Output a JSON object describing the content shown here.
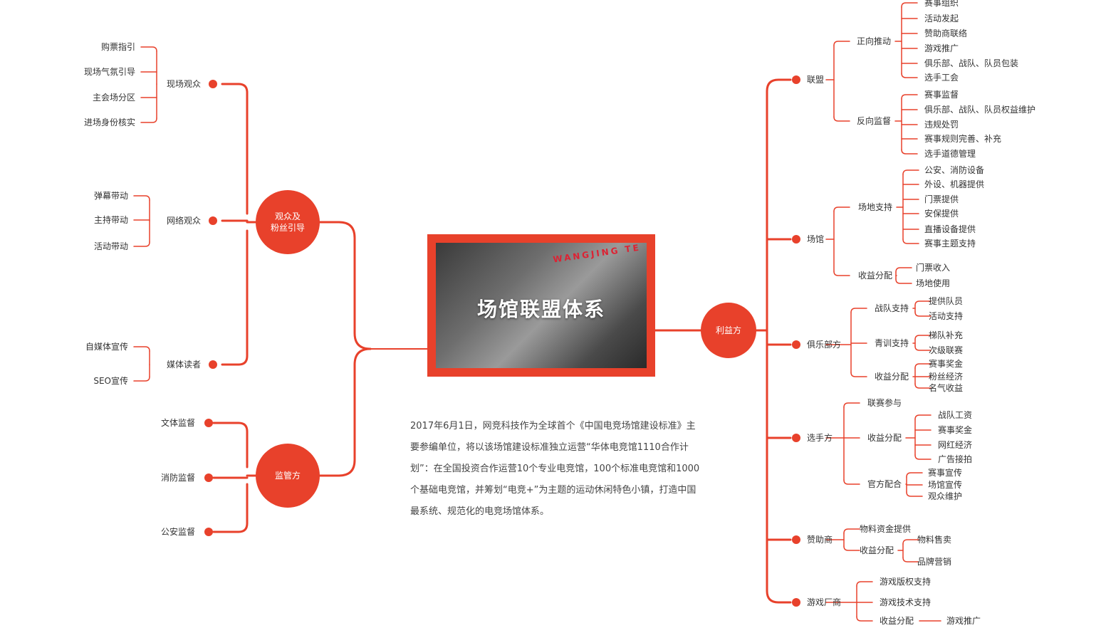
{
  "center": {
    "title": "场馆联盟体系",
    "photo_sign": "WANGJING TE"
  },
  "description": "2017年6月1日，网竞科技作为全球首个《中国电竞场馆建设标准》主要参编单位，将以该场馆建设标准独立运营“华体电竞馆1110合作计划”：在全国投资合作运营10个专业电竞馆，100个标准电竞馆和1000个基础电竞馆，并筹划“电竞+”为主题的运动休闲特色小镇，打造中国最系统、规范化的电竞场馆体系。",
  "colors": {
    "accent": "#e8412b",
    "text": "#333333"
  },
  "left": {
    "audience": {
      "label": "观众及\n粉丝引导",
      "groups": [
        {
          "label": "现场观众",
          "items": [
            "购票指引",
            "现场气氛引导",
            "主会场分区",
            "进场身份核实"
          ]
        },
        {
          "label": "网络观众",
          "items": [
            "弹幕带动",
            "主持带动",
            "活动带动"
          ]
        },
        {
          "label": "媒体读者",
          "items": [
            "自媒体宣传",
            "SEO宣传"
          ]
        }
      ]
    },
    "regulator": {
      "label": "监管方",
      "items": [
        "文体监督",
        "消防监督",
        "公安监督"
      ]
    }
  },
  "right": {
    "label": "利益方",
    "branches": [
      {
        "label": "联盟",
        "groups": [
          {
            "label": "正向推动",
            "items": [
              "赛事组织",
              "活动发起",
              "赞助商联络",
              "游戏推广",
              "俱乐部、战队、队员包装",
              "选手工会"
            ]
          },
          {
            "label": "反向监督",
            "items": [
              "赛事监督",
              "俱乐部、战队、队员权益维护",
              "违规处罚",
              "赛事规则完善、补充",
              "选手道德管理"
            ]
          }
        ]
      },
      {
        "label": "场馆",
        "groups": [
          {
            "label": "场地支持",
            "items": [
              "公安、消防设备",
              "外设、机器提供",
              "门票提供",
              "安保提供",
              "直播设备提供",
              "赛事主题支持"
            ]
          },
          {
            "label": "收益分配",
            "items": [
              "门票收入",
              "场地使用"
            ]
          }
        ]
      },
      {
        "label": "俱乐部方",
        "groups": [
          {
            "label": "战队支持",
            "items": [
              "提供队员",
              "活动支持"
            ]
          },
          {
            "label": "青训支持",
            "items": [
              "梯队补充",
              "次级联赛"
            ]
          },
          {
            "label": "收益分配",
            "items": [
              "赛事奖金",
              "粉丝经济",
              "名气收益"
            ]
          }
        ]
      },
      {
        "label": "选手方",
        "groups": [
          {
            "label": "联赛参与",
            "items": []
          },
          {
            "label": "收益分配",
            "items": [
              "战队工资",
              "赛事奖金",
              "网红经济",
              "广告接拍"
            ]
          },
          {
            "label": "官方配合",
            "items": [
              "赛事宣传",
              "场馆宣传",
              "观众维护"
            ]
          }
        ]
      },
      {
        "label": "赞助商",
        "groups": [
          {
            "label": "物料资金提供",
            "items": []
          },
          {
            "label": "收益分配",
            "items": [
              "物料售卖",
              "品牌营销"
            ]
          }
        ]
      },
      {
        "label": "游戏厂商",
        "groups": [
          {
            "label": "游戏版权支持",
            "items": []
          },
          {
            "label": "游戏技术支持",
            "items": []
          },
          {
            "label": "收益分配",
            "items": [
              "游戏推广"
            ]
          }
        ]
      }
    ]
  }
}
